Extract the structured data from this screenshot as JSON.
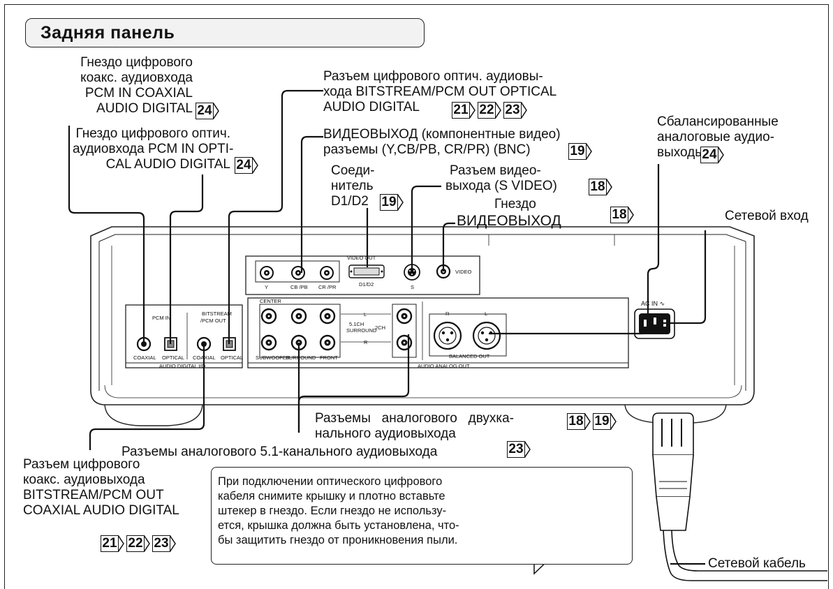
{
  "title": "Задняя панель",
  "labels": {
    "pcm_in_coaxial": [
      "Гнездо цифрового",
      "коакс. аудиовхода",
      "PCM IN COAXIAL",
      "AUDIO DIGITAL"
    ],
    "pcm_in_optical": [
      "Гнездо цифрового оптич.",
      "аудиовхода PCM IN OPTI-",
      "CAL AUDIO DIGITAL"
    ],
    "bitstream_optical": [
      "Разъем цифрового оптич. аудиовы-",
      "хода BITSTREAM/PCM OUT OPTICAL",
      "AUDIO DIGITAL"
    ],
    "component_video": [
      "ВИДЕОВЫХОД (компонентные видео)",
      "разъемы (Y,CB/PB, CR/PR) (BNC)"
    ],
    "d1d2": [
      "Соеди-",
      "нитель",
      "D1/D2"
    ],
    "s_video": [
      "Разъем видео-",
      "выхода (S VIDEO)"
    ],
    "video_out": [
      "Гнездо",
      "ВИДЕОВЫХОД"
    ],
    "balanced": [
      "Сбалансированные",
      "аналоговые аудио-",
      "выходы"
    ],
    "ac_in": "Сетевой вход",
    "two_ch": [
      "Разъемы   аналогового   двухка-",
      "нального аудиовыхода"
    ],
    "five_one": "Разъемы аналогового 5.1-канального аудиовыхода",
    "bitstream_coaxial": [
      "Разъем цифрового",
      "коакс. аудиовыхода",
      "BITSTREAM/PCM OUT",
      "COAXIAL AUDIO DIGITAL"
    ],
    "power_cable": "Сетевой кабель"
  },
  "refs": {
    "pcm_in_coaxial": [
      "24"
    ],
    "pcm_in_optical": [
      "24"
    ],
    "bitstream_optical": [
      "21",
      "22",
      "23"
    ],
    "component_video": [
      "19"
    ],
    "d1d2": [
      "19"
    ],
    "s_video": [
      "18"
    ],
    "video_out": [
      "18"
    ],
    "balanced": [
      "24"
    ],
    "two_ch": [
      "18",
      "19"
    ],
    "five_one": [
      "23"
    ],
    "bitstream_coaxial": [
      "21",
      "22",
      "23"
    ]
  },
  "note": [
    "При подключении оптического цифрового",
    "кабеля снимите крышку и плотно вставьте",
    "штекер в гнездо. Если гнездо не использу-",
    "ется, крышка должна быть установлена, что-",
    "бы защитить гнездо от проникновения пыли."
  ],
  "panel": {
    "video_out": "VIDEO OUT",
    "y": "Y",
    "cb_pb": "CB /PB",
    "cr_pr": "CR /PR",
    "d1d2": "D1/D2",
    "s": "S",
    "video": "VIDEO",
    "pcm_in": "PCM IN",
    "bitstream": "BITSTREAM",
    "pcm_out": "/PCM OUT",
    "coaxial": "COAXIAL",
    "optical": "OPTICAL",
    "audio_digital_io": "AUDIO DIGITAL I/O",
    "center": "CENTER",
    "surround_51": [
      "5.1CH",
      "SURROUND"
    ],
    "l": "L",
    "r": "R",
    "two_ch": "2CH",
    "subwoofer": "SUBWOOFER",
    "surround": "SURROUND",
    "front": "FRONT",
    "audio_analog_out": "AUDIO ANALOG OUT",
    "bal_r": "R",
    "bal_l": "L",
    "balanced_out": "BALANCED OUT",
    "ac_in": "AC IN ∿"
  }
}
